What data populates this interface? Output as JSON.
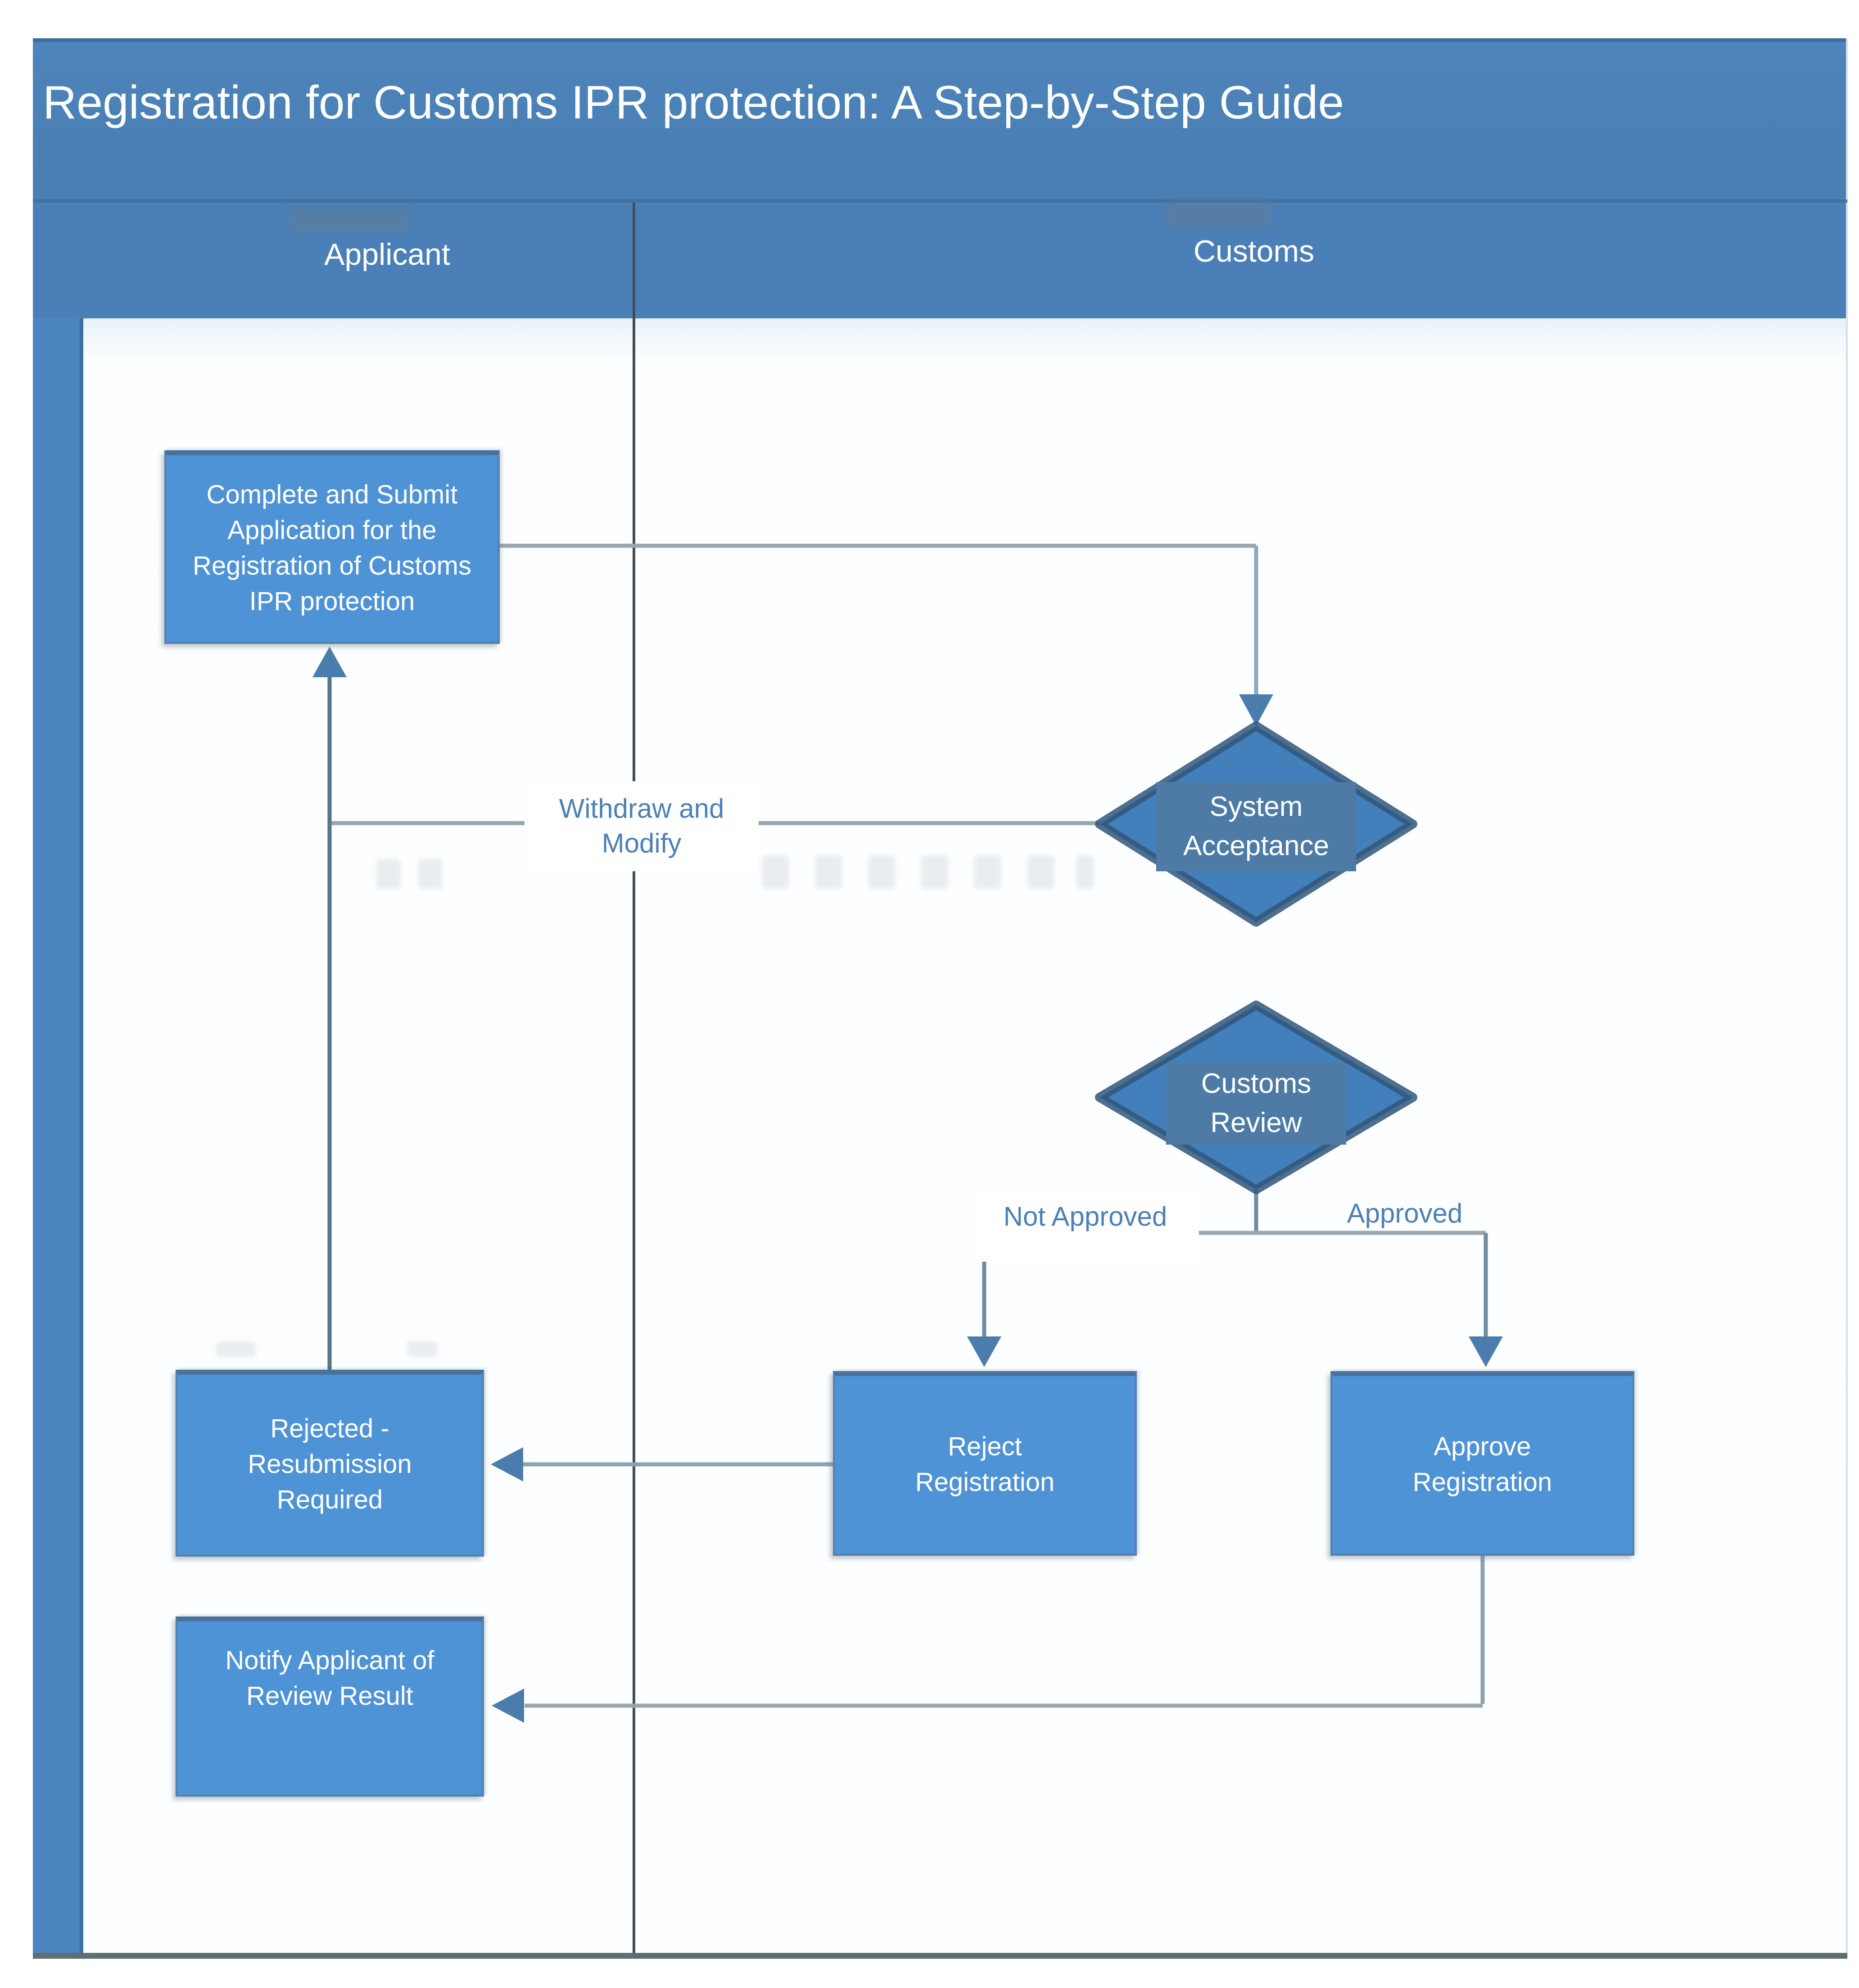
{
  "title": "Registration for Customs IPR protection: A Step-by-Step Guide",
  "lanes": {
    "applicant": "Applicant",
    "customs": "Customs"
  },
  "nodes": {
    "complete_application": "Complete and Submit Application for the Registration of Customs IPR protection",
    "system_acceptance": "System Acceptance",
    "customs_review": "Customs Review",
    "reject_registration": "Reject Registration",
    "approve_registration": "Approve Registration",
    "rejected_resubmission": "Rejected - Resubmission Required",
    "notify_applicant": "Notify Applicant of Review Result"
  },
  "edge_labels": {
    "withdraw_modify": "Withdraw and Modify",
    "not_approved": "Not Approved",
    "approved": "Approved"
  },
  "colors": {
    "header_blue": "#4a80b7",
    "node_blue": "#4f93d7",
    "diamond_blue": "#4380bb",
    "diamond_inner_blue": "#4e7ba6",
    "edge_label_blue": "#4c80b6",
    "connector_gray": "#98a6b0",
    "connector_steel": "#587689",
    "arrow_blue": "#4a7dae",
    "lane_divider": "#3f4e57"
  }
}
